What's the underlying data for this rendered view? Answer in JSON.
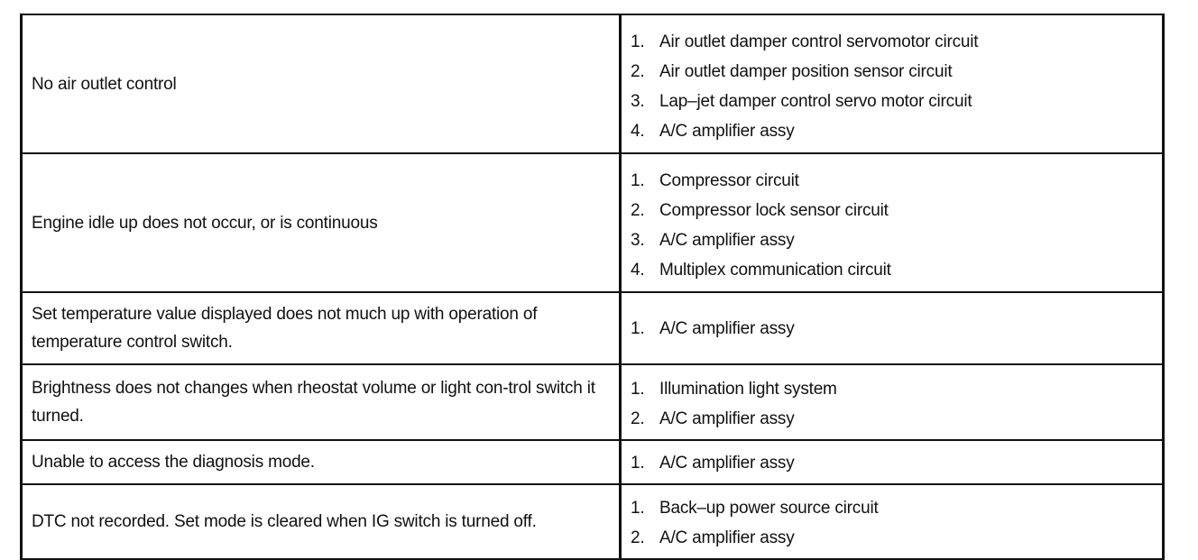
{
  "rows": [
    {
      "symptom": "No air outlet control",
      "causes": [
        {
          "num": "1.",
          "text": "Air outlet damper control servomotor circuit"
        },
        {
          "num": "2.",
          "text": "Air outlet damper position sensor circuit"
        },
        {
          "num": "3.",
          "text": "Lap–jet damper control servo motor circuit"
        },
        {
          "num": "4.",
          "text": "A/C amplifier assy"
        }
      ]
    },
    {
      "symptom": "Engine idle up does not occur, or is continuous",
      "causes": [
        {
          "num": "1.",
          "text": "Compressor circuit"
        },
        {
          "num": "2.",
          "text": "Compressor lock sensor circuit"
        },
        {
          "num": "3.",
          "text": "A/C amplifier assy"
        },
        {
          "num": "4.",
          "text": "Multiplex communication circuit"
        }
      ]
    },
    {
      "symptom": "Set temperature value displayed does not much up with operation of temperature control switch.",
      "causes": [
        {
          "num": "1.",
          "text": "A/C amplifier assy"
        }
      ]
    },
    {
      "symptom": "Brightness does not changes when rheostat volume or light con-trol switch it turned.",
      "causes": [
        {
          "num": "1.",
          "text": "Illumination light system"
        },
        {
          "num": "2.",
          "text": "A/C amplifier assy"
        }
      ]
    },
    {
      "symptom": "Unable to access the diagnosis mode.",
      "causes": [
        {
          "num": "1.",
          "text": "A/C amplifier assy"
        }
      ]
    },
    {
      "symptom": "DTC not recorded. Set mode is cleared when IG switch is turned off.",
      "causes": [
        {
          "num": "1.",
          "text": "Back–up power source circuit"
        },
        {
          "num": "2.",
          "text": "A/C amplifier assy"
        }
      ]
    }
  ]
}
